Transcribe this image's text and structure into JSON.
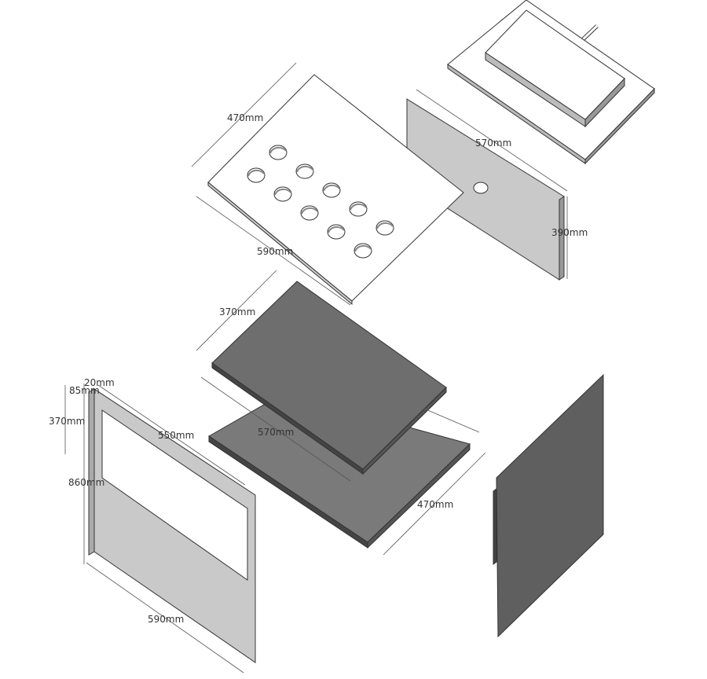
{
  "title": "Exploded view of cabinet panels with dimensions",
  "colors": {
    "light_panel": "#c9c9c9",
    "shelf_upper": "#6e6e6e",
    "shelf_lower": "#7a7a7a",
    "side_panel": "#5f5f5f",
    "line": "#333333"
  },
  "parts": {
    "top_panel": {
      "depth": "470mm",
      "width": "590mm",
      "holes": 10
    },
    "back_panel": {
      "width": "570mm",
      "height": "390mm"
    },
    "shelf_upper": {
      "depth": "370mm"
    },
    "shelf_lower": {
      "width": "570mm",
      "depth": "470mm"
    },
    "front_panel": {
      "frame": "20mm",
      "top_rail": "85mm",
      "opening_height": "370mm",
      "opening_width": "550mm",
      "height": "860mm",
      "width": "590mm"
    }
  }
}
